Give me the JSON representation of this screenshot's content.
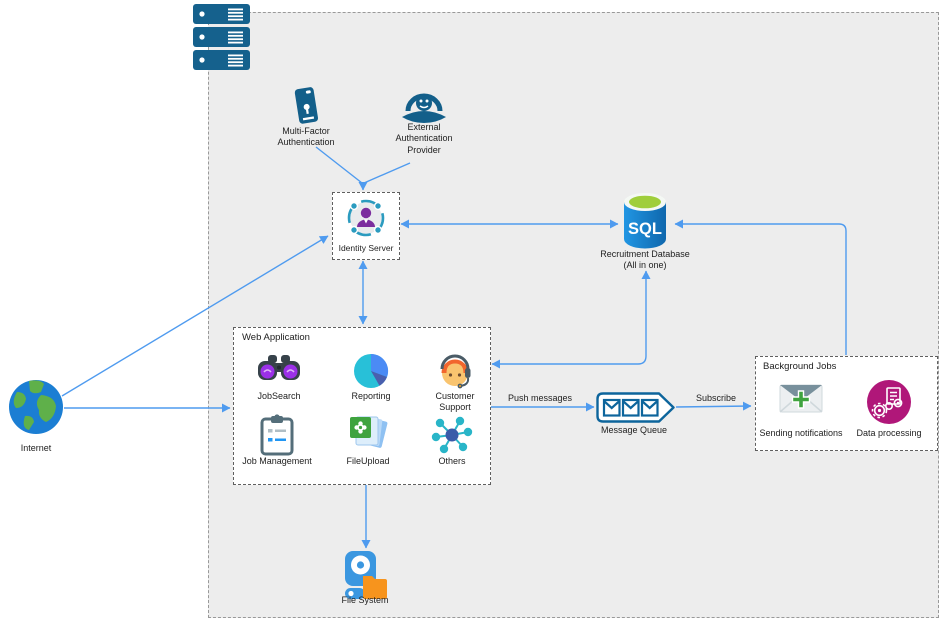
{
  "diagram": {
    "colors": {
      "arrow_blue": "#4f9bef",
      "container_bg": "#ededed",
      "dark_blue": "#135f8a",
      "sql_blue": "#1583d5",
      "sql_lime": "#9fce3b",
      "globe_blue": "#1b7ed3",
      "globe_green": "#5fb04a",
      "teal": "#29b5c8",
      "lens_purple": "#9b30e8",
      "person_purple": "#7b2d9e",
      "magenta": "#b01779",
      "folder_orange": "#f7941d",
      "green": "#3fa33f"
    },
    "icons": {
      "internet": "globe",
      "server_stack": "rack-servers",
      "mfa": "smartphone-lock",
      "ext_auth": "person-dome",
      "identity": "user-network-circle",
      "sql": "database-cylinder",
      "job_search": "binoculars",
      "reporting": "pie-chart",
      "customer_support": "support-agent-headset",
      "job_management": "clipboard",
      "file_upload": "photo-stack",
      "others": "node-network",
      "message_queue": "envelope-queue",
      "sending_notifications": "envelope-plus",
      "data_processing": "document-gears-circle",
      "file_system": "disk-folder"
    },
    "nodes": {
      "internet": {
        "label": "Internet"
      },
      "mfa": {
        "label": "Multi-Factor Authentication"
      },
      "ext_auth": {
        "label": "External Authentication Provider"
      },
      "identity": {
        "label": "Identity Server"
      },
      "sql": {
        "icon_text": "SQL",
        "label": "Recruitment Database",
        "sublabel": "(All in one)"
      },
      "web_app": {
        "title": "Web Application",
        "items": [
          {
            "label": "JobSearch"
          },
          {
            "label": "Reporting"
          },
          {
            "label": "Customer Support"
          },
          {
            "label": "Job Management"
          },
          {
            "label": "FileUpload"
          },
          {
            "label": "Others"
          }
        ]
      },
      "message_queue": {
        "label": "Message Queue"
      },
      "background_jobs": {
        "title": "Background Jobs",
        "items": [
          {
            "label": "Sending notifications"
          },
          {
            "label": "Data processing"
          }
        ]
      },
      "file_system": {
        "label": "File System"
      }
    },
    "edge_labels": {
      "push_messages": "Push messages",
      "subscribe": "Subscribe"
    }
  }
}
